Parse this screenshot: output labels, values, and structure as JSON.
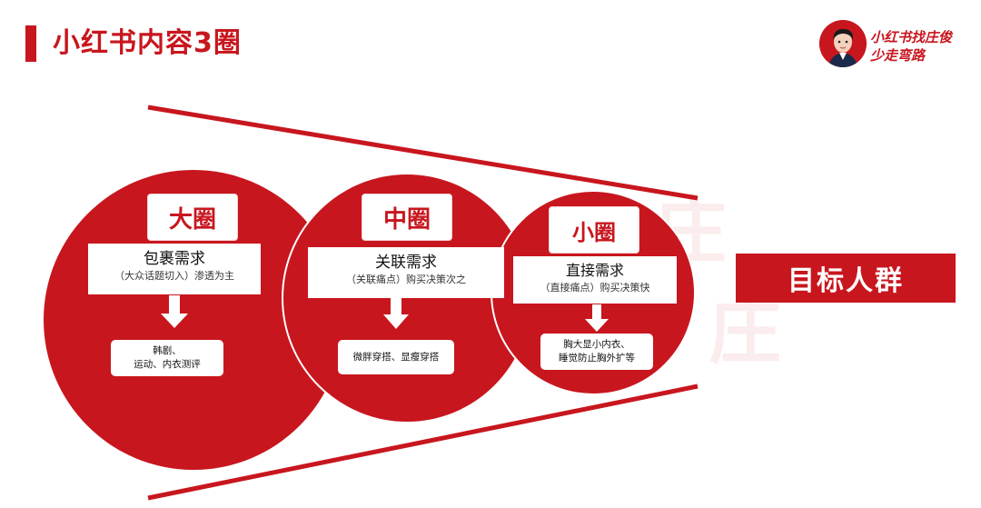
{
  "header": {
    "title": "小红书内容3圈",
    "brand_line1": "小红书找庄俊",
    "brand_line2": "少走弯路"
  },
  "watermark": [
    "庄",
    "庄"
  ],
  "colors": {
    "accent": "#c8161e"
  },
  "circles": [
    {
      "label": "大圈",
      "need": "包裹需求",
      "detail": "（大众话题切入）渗透为主",
      "examples": [
        "韩剧、",
        "运动、内衣测评"
      ]
    },
    {
      "label": "中圈",
      "need": "关联需求",
      "detail": "（关联痛点）购买决策次之",
      "examples": [
        "微胖穿搭、显瘦穿搭"
      ]
    },
    {
      "label": "小圈",
      "need": "直接需求",
      "detail": "（直接痛点）购买决策快",
      "examples": [
        "胸大显小内衣、",
        "睡觉防止胸外扩等"
      ]
    }
  ],
  "target": "目标人群"
}
